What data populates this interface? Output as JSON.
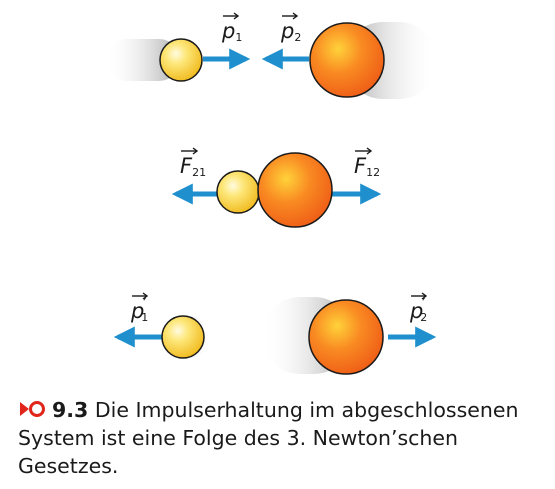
{
  "diagram": {
    "scenes": [
      {
        "id": "before",
        "labels": [
          {
            "symbol": "p",
            "sub": "1",
            "prime": ""
          },
          {
            "symbol": "p",
            "sub": "2",
            "prime": ""
          }
        ]
      },
      {
        "id": "collision",
        "labels": [
          {
            "symbol": "F",
            "sub": "21",
            "prime": ""
          },
          {
            "symbol": "F",
            "sub": "12",
            "prime": ""
          }
        ]
      },
      {
        "id": "after",
        "labels": [
          {
            "symbol": "p",
            "sub": "1",
            "prime": "′"
          },
          {
            "symbol": "p",
            "sub": "2",
            "prime": "′"
          }
        ]
      }
    ],
    "colors": {
      "arrow": "#1f8fce",
      "small_ball": "#f5c72e",
      "large_ball": "#f36a1c",
      "motion_blur": "#b5b5b5",
      "caption_icon": "#e1251b"
    },
    "icons": [
      "caption-marker-icon"
    ]
  },
  "caption": {
    "number": "9.3",
    "text": "Die Impulserhaltung im abgeschlossenen System ist eine Folge des 3. Newton’schen Gesetzes."
  }
}
